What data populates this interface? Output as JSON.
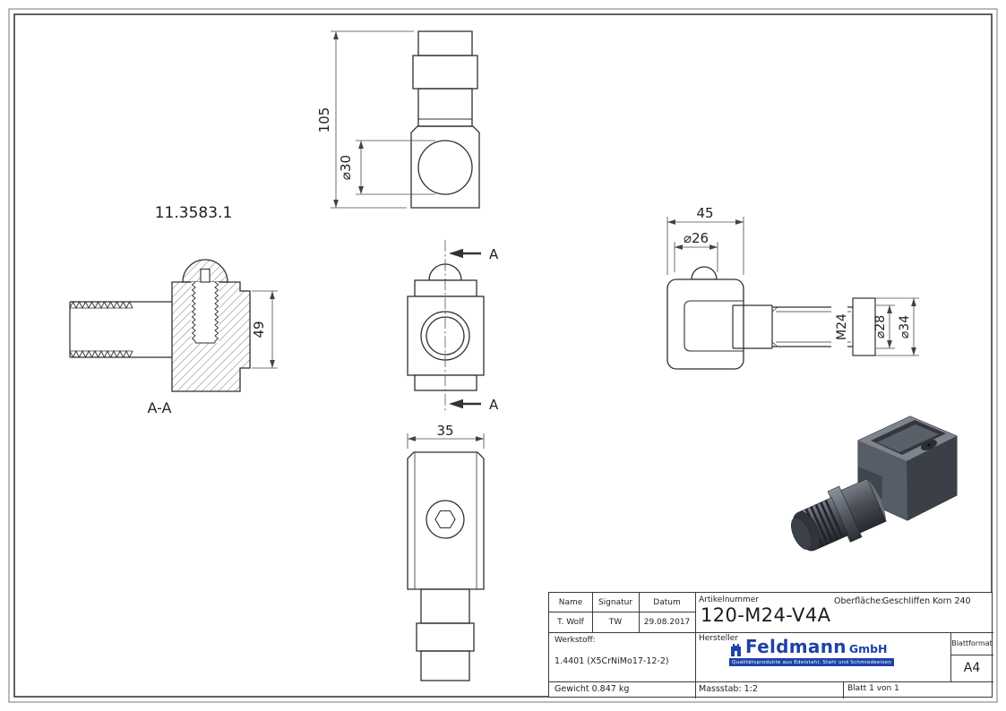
{
  "drawing": {
    "part_ref": "11.3583.1",
    "section_label": "A-A",
    "section_marker": "A",
    "dims": {
      "front_total_height": "105",
      "front_ball_dia": "⌀30",
      "section_height": "49",
      "side_width": "45",
      "side_pin_dia": "⌀26",
      "thread": "M24",
      "shaft_dia": "⌀28",
      "collar_dia": "⌀34",
      "bottom_width": "35"
    }
  },
  "title_block": {
    "labels": {
      "name": "Name",
      "signatur": "Signatur",
      "datum": "Datum",
      "artikelnummer": "Artikelnummer",
      "oberflaeche": "Oberfläche:",
      "werkstoff": "Werkstoff:",
      "hersteller": "Hersteller",
      "blattformat": "Blattformat"
    },
    "values": {
      "name": "T. Wolf",
      "signatur": "TW",
      "datum": "29.08.2017",
      "artikelnummer": "120-M24-V4A",
      "oberflaeche": "Geschliffen Korn 240",
      "werkstoff": "1.4401 (X5CrNiMo17-12-2)",
      "blattformat": "A4",
      "gewicht": "Gewicht 0.847 kg",
      "massstab": "Massstab: 1:2",
      "blatt": "Blatt 1 von 1"
    },
    "logo": {
      "brand": "Feldmann",
      "suffix": "GmbH",
      "tagline": "Qualitätsprodukte aus Edelstahl, Stahl und Schmiedeeisen",
      "color": "#1e43a8"
    }
  },
  "colors": {
    "outline": "#2f2f2f",
    "dimension": "#4a4a4a",
    "logo_blue": "#1e43a8"
  }
}
